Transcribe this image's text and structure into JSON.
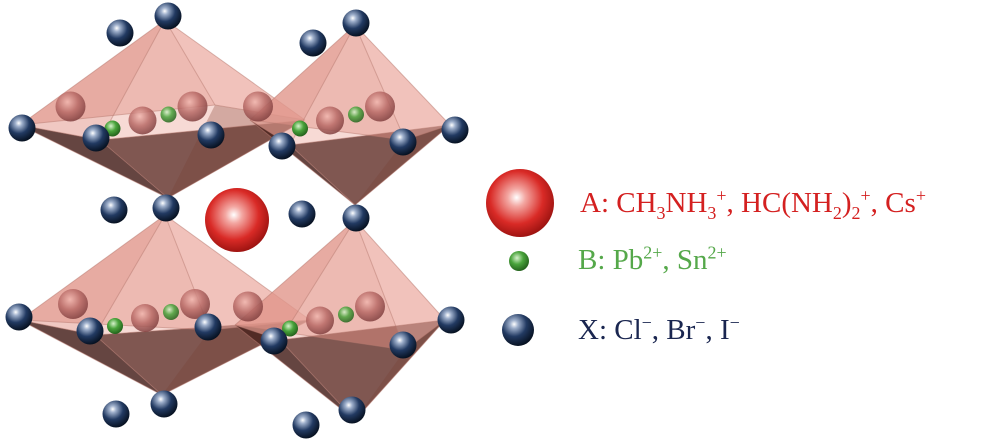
{
  "legend": {
    "a": {
      "prefix": "A: CH",
      "s1": "3",
      "m1": "NH",
      "s2": "3",
      "p1": "+",
      "m2": ", HC(NH",
      "s3": "2",
      "m3": ")",
      "s4": "2",
      "p2": "+",
      "m4": ", Cs",
      "p3": "+",
      "color": "#d42020",
      "sphere": "large-red-sphere-icon"
    },
    "b": {
      "prefix": "B: Pb",
      "p1": "2+",
      "m1": ", Sn",
      "p2": "2+",
      "color": "#55a84a",
      "sphere": "small-green-sphere-icon"
    },
    "x": {
      "prefix": "X: Cl",
      "p1": "−",
      "m1": ", Br",
      "p2": "−",
      "m2": ", I",
      "p3": "−",
      "color": "#1a2650",
      "sphere": "navy-sphere-icon"
    }
  },
  "colors": {
    "octahedron_light": "#e89a8e",
    "octahedron_dark": "#5a2a22",
    "x_ion": "#1c2e52",
    "b_ion": "#3d9a34",
    "a_ion": "#d42020"
  }
}
